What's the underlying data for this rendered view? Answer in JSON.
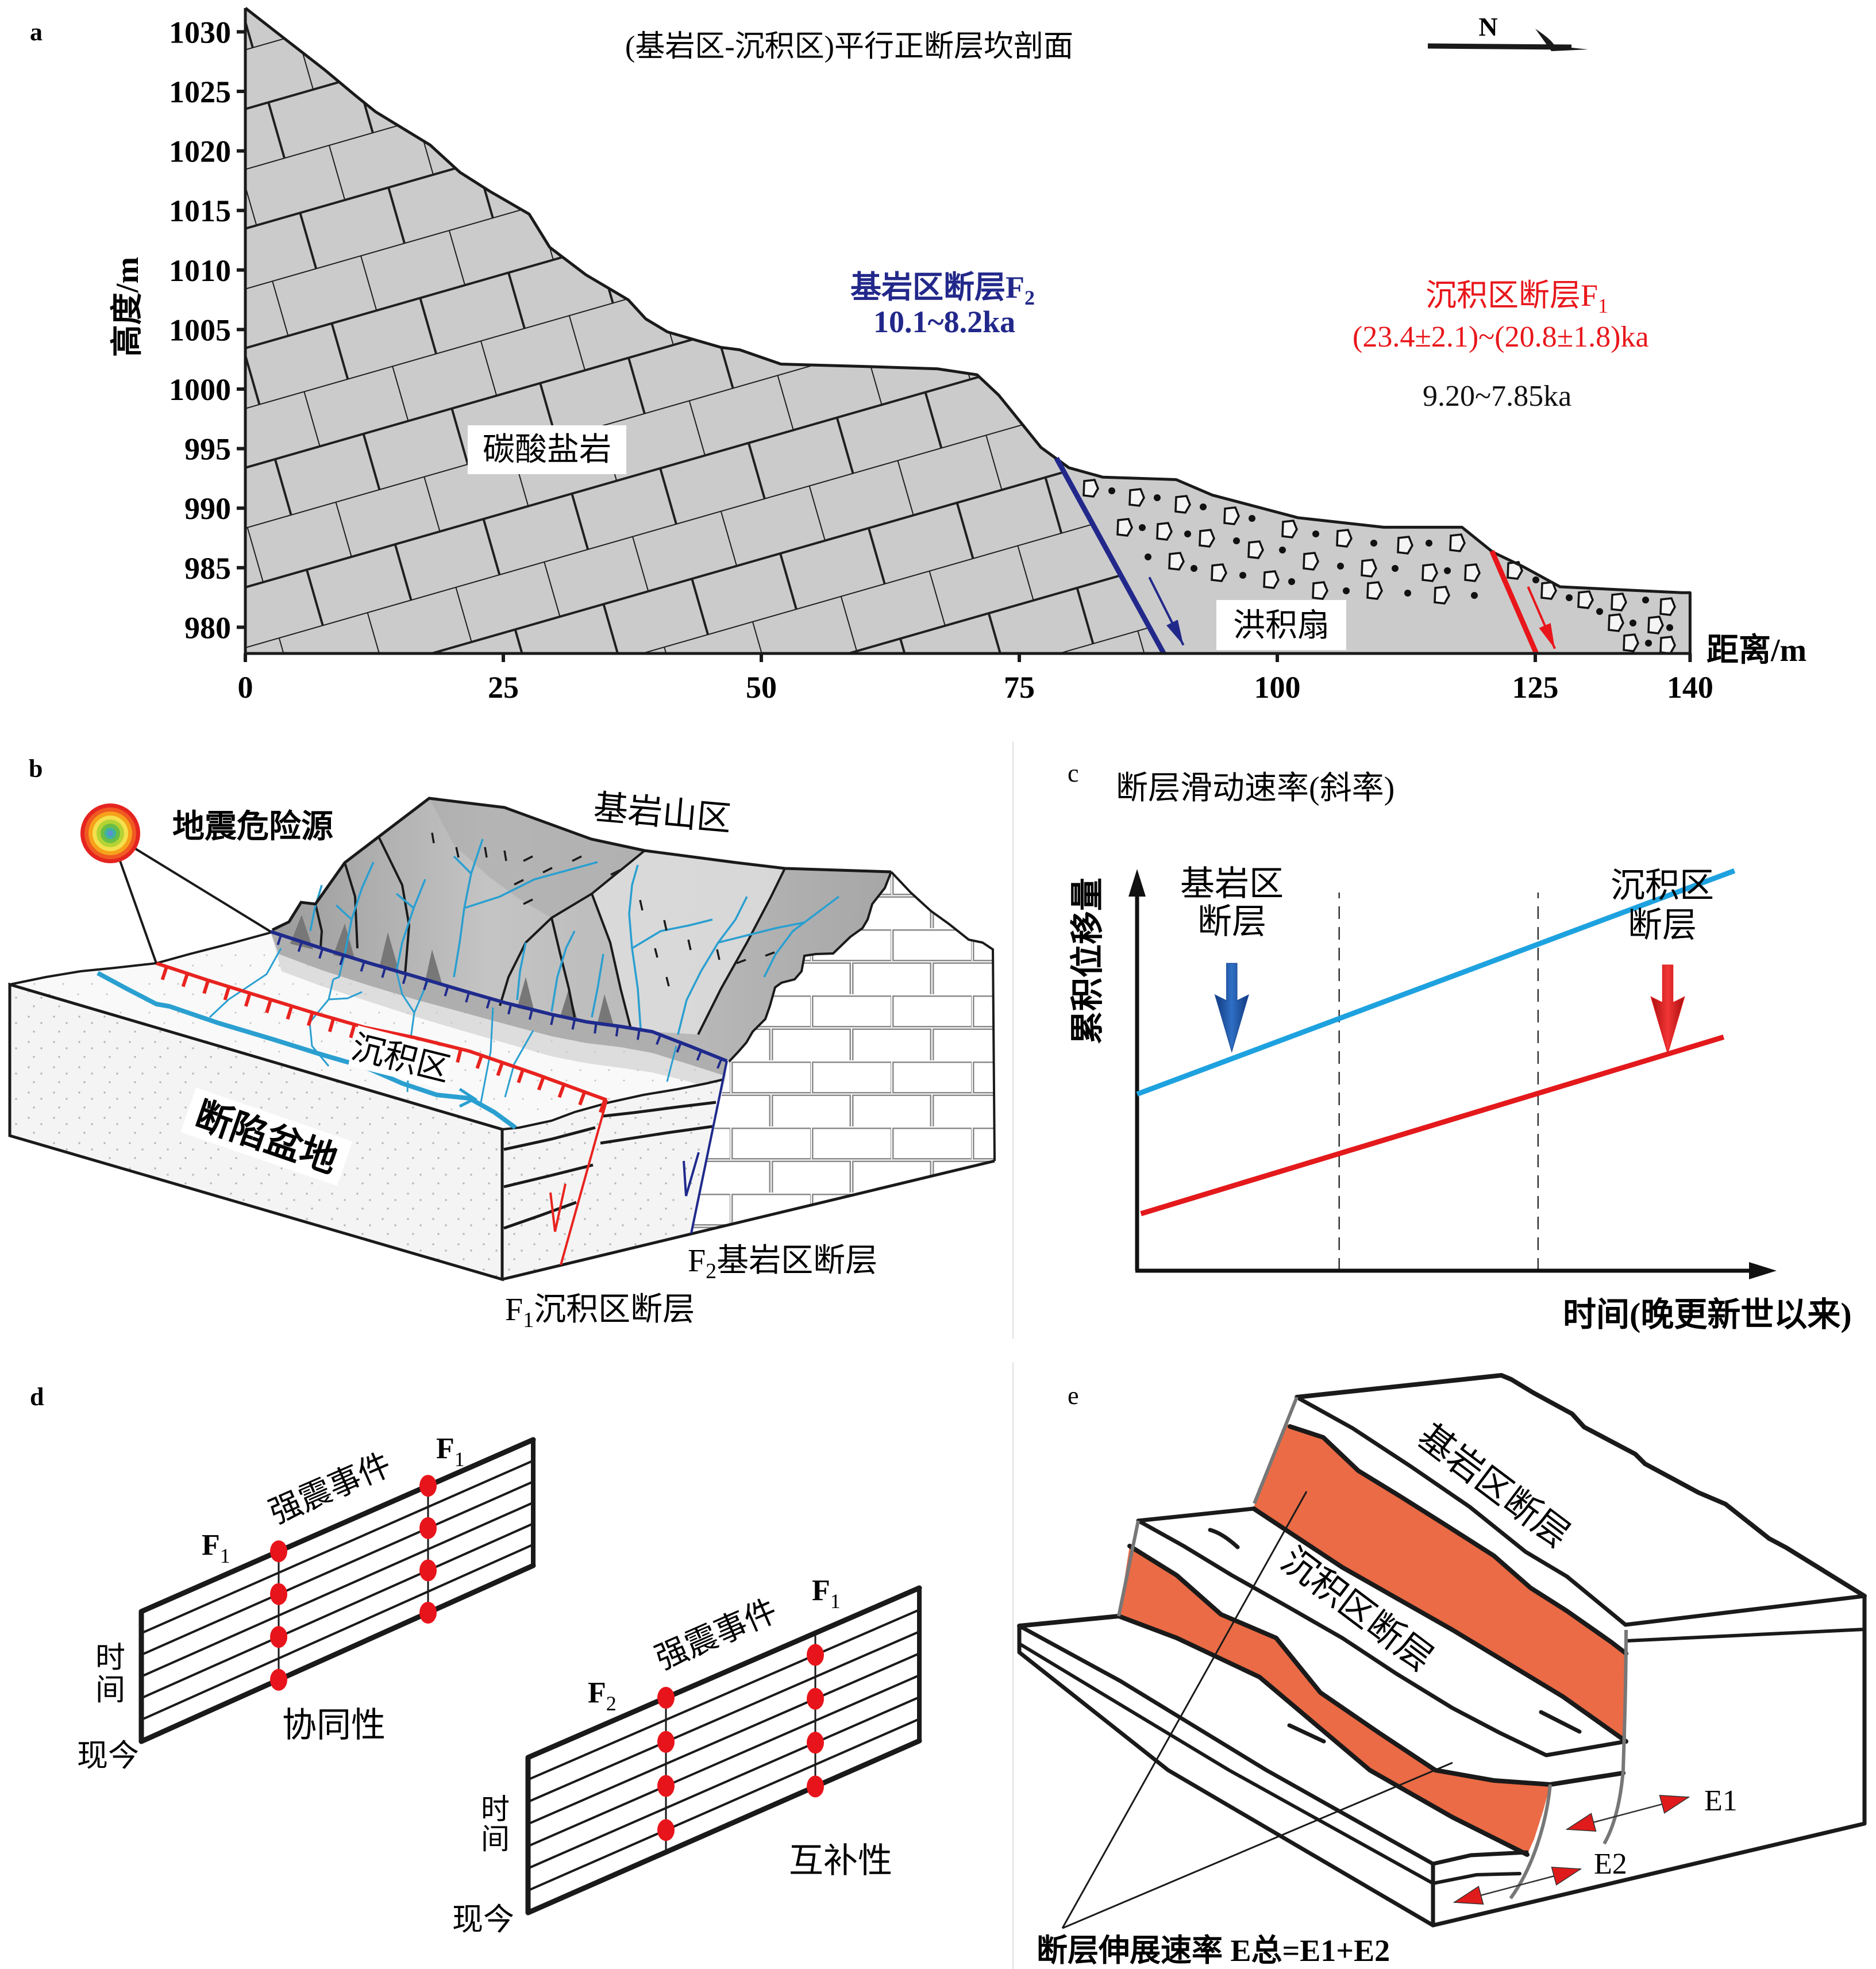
{
  "panel_a": {
    "letter": "a",
    "north_arrow_label": "N",
    "bedrock_fault": {
      "label": "基岩区断层F",
      "sub": "2",
      "age": "10.1~8.2ka",
      "color": "#22288a"
    },
    "sediment_fault": {
      "label": "沉积区断层F",
      "sub": "1",
      "age_1": "(23.4±2.1)~(20.8±1.8)ka",
      "age_2": "9.20~7.85ka",
      "color": "#e8161b"
    },
    "units": {
      "carbonate": "碳酸盐岩",
      "alluvial_fan": "洪积扇"
    },
    "colors": {
      "rock_fill": "#cbcbcb",
      "outline": "#1a1a1a"
    }
  },
  "panel_b": {
    "letter": "b",
    "seismic_source_label": "地震危险源",
    "bedrock_mountain_label": "基岩山区",
    "sediment_zone_label": "沉积区",
    "basin_label": "断陷盆地",
    "f2_caption": {
      "prefix": "F",
      "sub": "2",
      "text": "基岩区断层"
    },
    "f1_caption": {
      "prefix": "F",
      "sub": "1",
      "text": "沉积区断层"
    },
    "colors": {
      "f1": "#e8231f",
      "f2": "#1f2a8c",
      "river": "#2a9fd0",
      "source_rings": [
        "#e52420",
        "#f05a22",
        "#f7a21b",
        "#f4e04d",
        "#b5d334",
        "#6bbe45",
        "#3db3a0",
        "#5a8fd0"
      ]
    }
  },
  "panel_c": {
    "letter": "c",
    "bedrock_fault_label": [
      "基岩区",
      "断层"
    ],
    "sediment_fault_label": [
      "沉积区",
      "断层"
    ]
  },
  "panel_d": {
    "letter": "d",
    "event_color": "#e8141b",
    "diagrams": [
      {
        "event_label": "强震事件",
        "time_label": [
          "时",
          "间"
        ],
        "present_label": "现今",
        "caption": "协同性",
        "time_lines": 7,
        "columns": [
          {
            "fault": "F",
            "sub": "1",
            "events": [
              0,
              2,
              4,
              6
            ]
          },
          {
            "fault": "F",
            "sub": "1",
            "events": [
              0,
              2,
              4,
              6
            ]
          }
        ]
      },
      {
        "event_label": "强震事件",
        "time_label": [
          "时",
          "间"
        ],
        "present_label": "现今",
        "caption": "互补性",
        "time_lines": 8,
        "columns": [
          {
            "fault": "F",
            "sub": "2",
            "events": [
              0,
              2,
              4,
              6
            ]
          },
          {
            "fault": "F",
            "sub": "1",
            "events": [
              1,
              3,
              5,
              7
            ]
          }
        ]
      }
    ]
  },
  "panel_e": {
    "letter": "e",
    "bedrock_fault_label": "基岩区断层",
    "sediment_fault_label": "沉积区断层",
    "e1_label": "E1",
    "e2_label": "E2",
    "caption": "断层伸展速率 E总=E1+E2",
    "colors": {
      "scarp": "#ea6b45",
      "arrow": "#e01b1b",
      "fault_trace": "#777777"
    }
  },
  "chart_data": [
    {
      "panel": "a",
      "type": "area",
      "title": "(基岩区-沉积区)平行正断层坎剖面",
      "xlabel": "距离/m",
      "ylabel": "高度/m",
      "xlim": [
        0,
        140
      ],
      "ylim": [
        977.8,
        1032
      ],
      "xticks": [
        0,
        25,
        50,
        75,
        100,
        125,
        140
      ],
      "yticks": [
        980,
        985,
        990,
        995,
        1000,
        1005,
        1010,
        1015,
        1020,
        1025,
        1030
      ],
      "grid": false,
      "profile": {
        "x": [
          0,
          7.7,
          10.6,
          12.6,
          17.9,
          20.8,
          23.7,
          27.5,
          29.5,
          33.0,
          37.1,
          38.8,
          40.9,
          46.1,
          47.9,
          51.9,
          60.0,
          67.1,
          70.9,
          73.0,
          77.1,
          79.8,
          83.1,
          90.2,
          93.7,
          102.0,
          110.3,
          117.9,
          120.9,
          123.8,
          127.4,
          139.2,
          140
        ],
        "y": [
          1032.0,
          1026.8,
          1024.7,
          1023.3,
          1020.5,
          1018.2,
          1016.6,
          1014.7,
          1011.9,
          1009.6,
          1007.5,
          1005.9,
          1004.8,
          1003.5,
          1003.3,
          1002.1,
          1001.9,
          1001.7,
          1001.2,
          999.5,
          995.1,
          993.4,
          992.6,
          992.4,
          991.1,
          989.2,
          988.4,
          988.4,
          986.3,
          985.1,
          983.4,
          982.9,
          982.9
        ]
      },
      "faults": [
        {
          "id": "F2",
          "x": [
            78.6,
            89.0
          ],
          "y": [
            994.2,
            977.8
          ],
          "slip_arrow": {
            "x": [
              87.6,
              90.9
            ],
            "y": [
              984.2,
              978.5
            ]
          }
        },
        {
          "id": "F1",
          "x": [
            120.8,
            125.1
          ],
          "y": [
            986.4,
            977.8
          ],
          "slip_arrow": {
            "x": [
              124.3,
              126.9
            ],
            "y": [
              983.4,
              978.2
            ]
          }
        }
      ]
    },
    {
      "panel": "c",
      "type": "line",
      "title": "断层滑动速率(斜率)",
      "xlabel": "时间(晚更新世以来)",
      "ylabel": "累积位移量",
      "xlim": [
        0,
        1
      ],
      "ylim": [
        0,
        1
      ],
      "xticks": [],
      "yticks": [],
      "grid": false,
      "series": [
        {
          "name": "基岩区断层",
          "color": "#1ea2df",
          "x": [
            0.0,
            0.94
          ],
          "y": [
            0.446,
            1.01
          ]
        },
        {
          "name": "沉积区断层",
          "color": "#e3191c",
          "x": [
            0.006,
            0.923
          ],
          "y": [
            0.144,
            0.59
          ]
        }
      ],
      "reference_lines_x": [
        0.318,
        0.631
      ],
      "markers": [
        {
          "series": "基岩区断层",
          "x": 0.149,
          "y_from": 0.776,
          "y_to": 0.554,
          "color": "#1f4e9c"
        },
        {
          "series": "沉积区断层",
          "x": 0.835,
          "y_from": 0.772,
          "y_to": 0.549,
          "color": "#e02020"
        }
      ]
    }
  ]
}
